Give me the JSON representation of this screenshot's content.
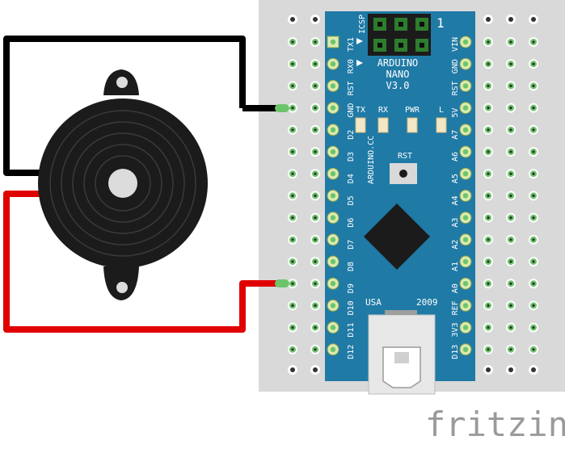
{
  "board": {
    "title_line1": "ARDUINO",
    "title_line2": "NANO",
    "title_line3": "V3.0",
    "icsp": "ICSP",
    "icsp_pin1": "1",
    "vertical_label": "ARDUINO.CC",
    "rst_button": "RST",
    "usa": "USA",
    "year": "2009",
    "leds": [
      "TX",
      "RX",
      "PWR",
      "L"
    ],
    "pins_left": [
      "TX1",
      "RX0",
      "RST",
      "GND",
      "D2",
      "D3",
      "D4",
      "D5",
      "D6",
      "D7",
      "D8",
      "D9",
      "D10",
      "D11",
      "D12"
    ],
    "pins_right": [
      "VIN",
      "GND",
      "RST",
      "5V",
      "A7",
      "A6",
      "A5",
      "A4",
      "A3",
      "A2",
      "A1",
      "A0",
      "REF",
      "3V3",
      "D13"
    ]
  },
  "watermark": "fritzing",
  "colors": {
    "board": "#1f7aa6",
    "breadboard": "#d9d9d9",
    "wire_gnd": "#000000",
    "wire_signal": "#e00000",
    "hole_active": "#6cc56b",
    "buzzer": "#1b1b1b"
  }
}
